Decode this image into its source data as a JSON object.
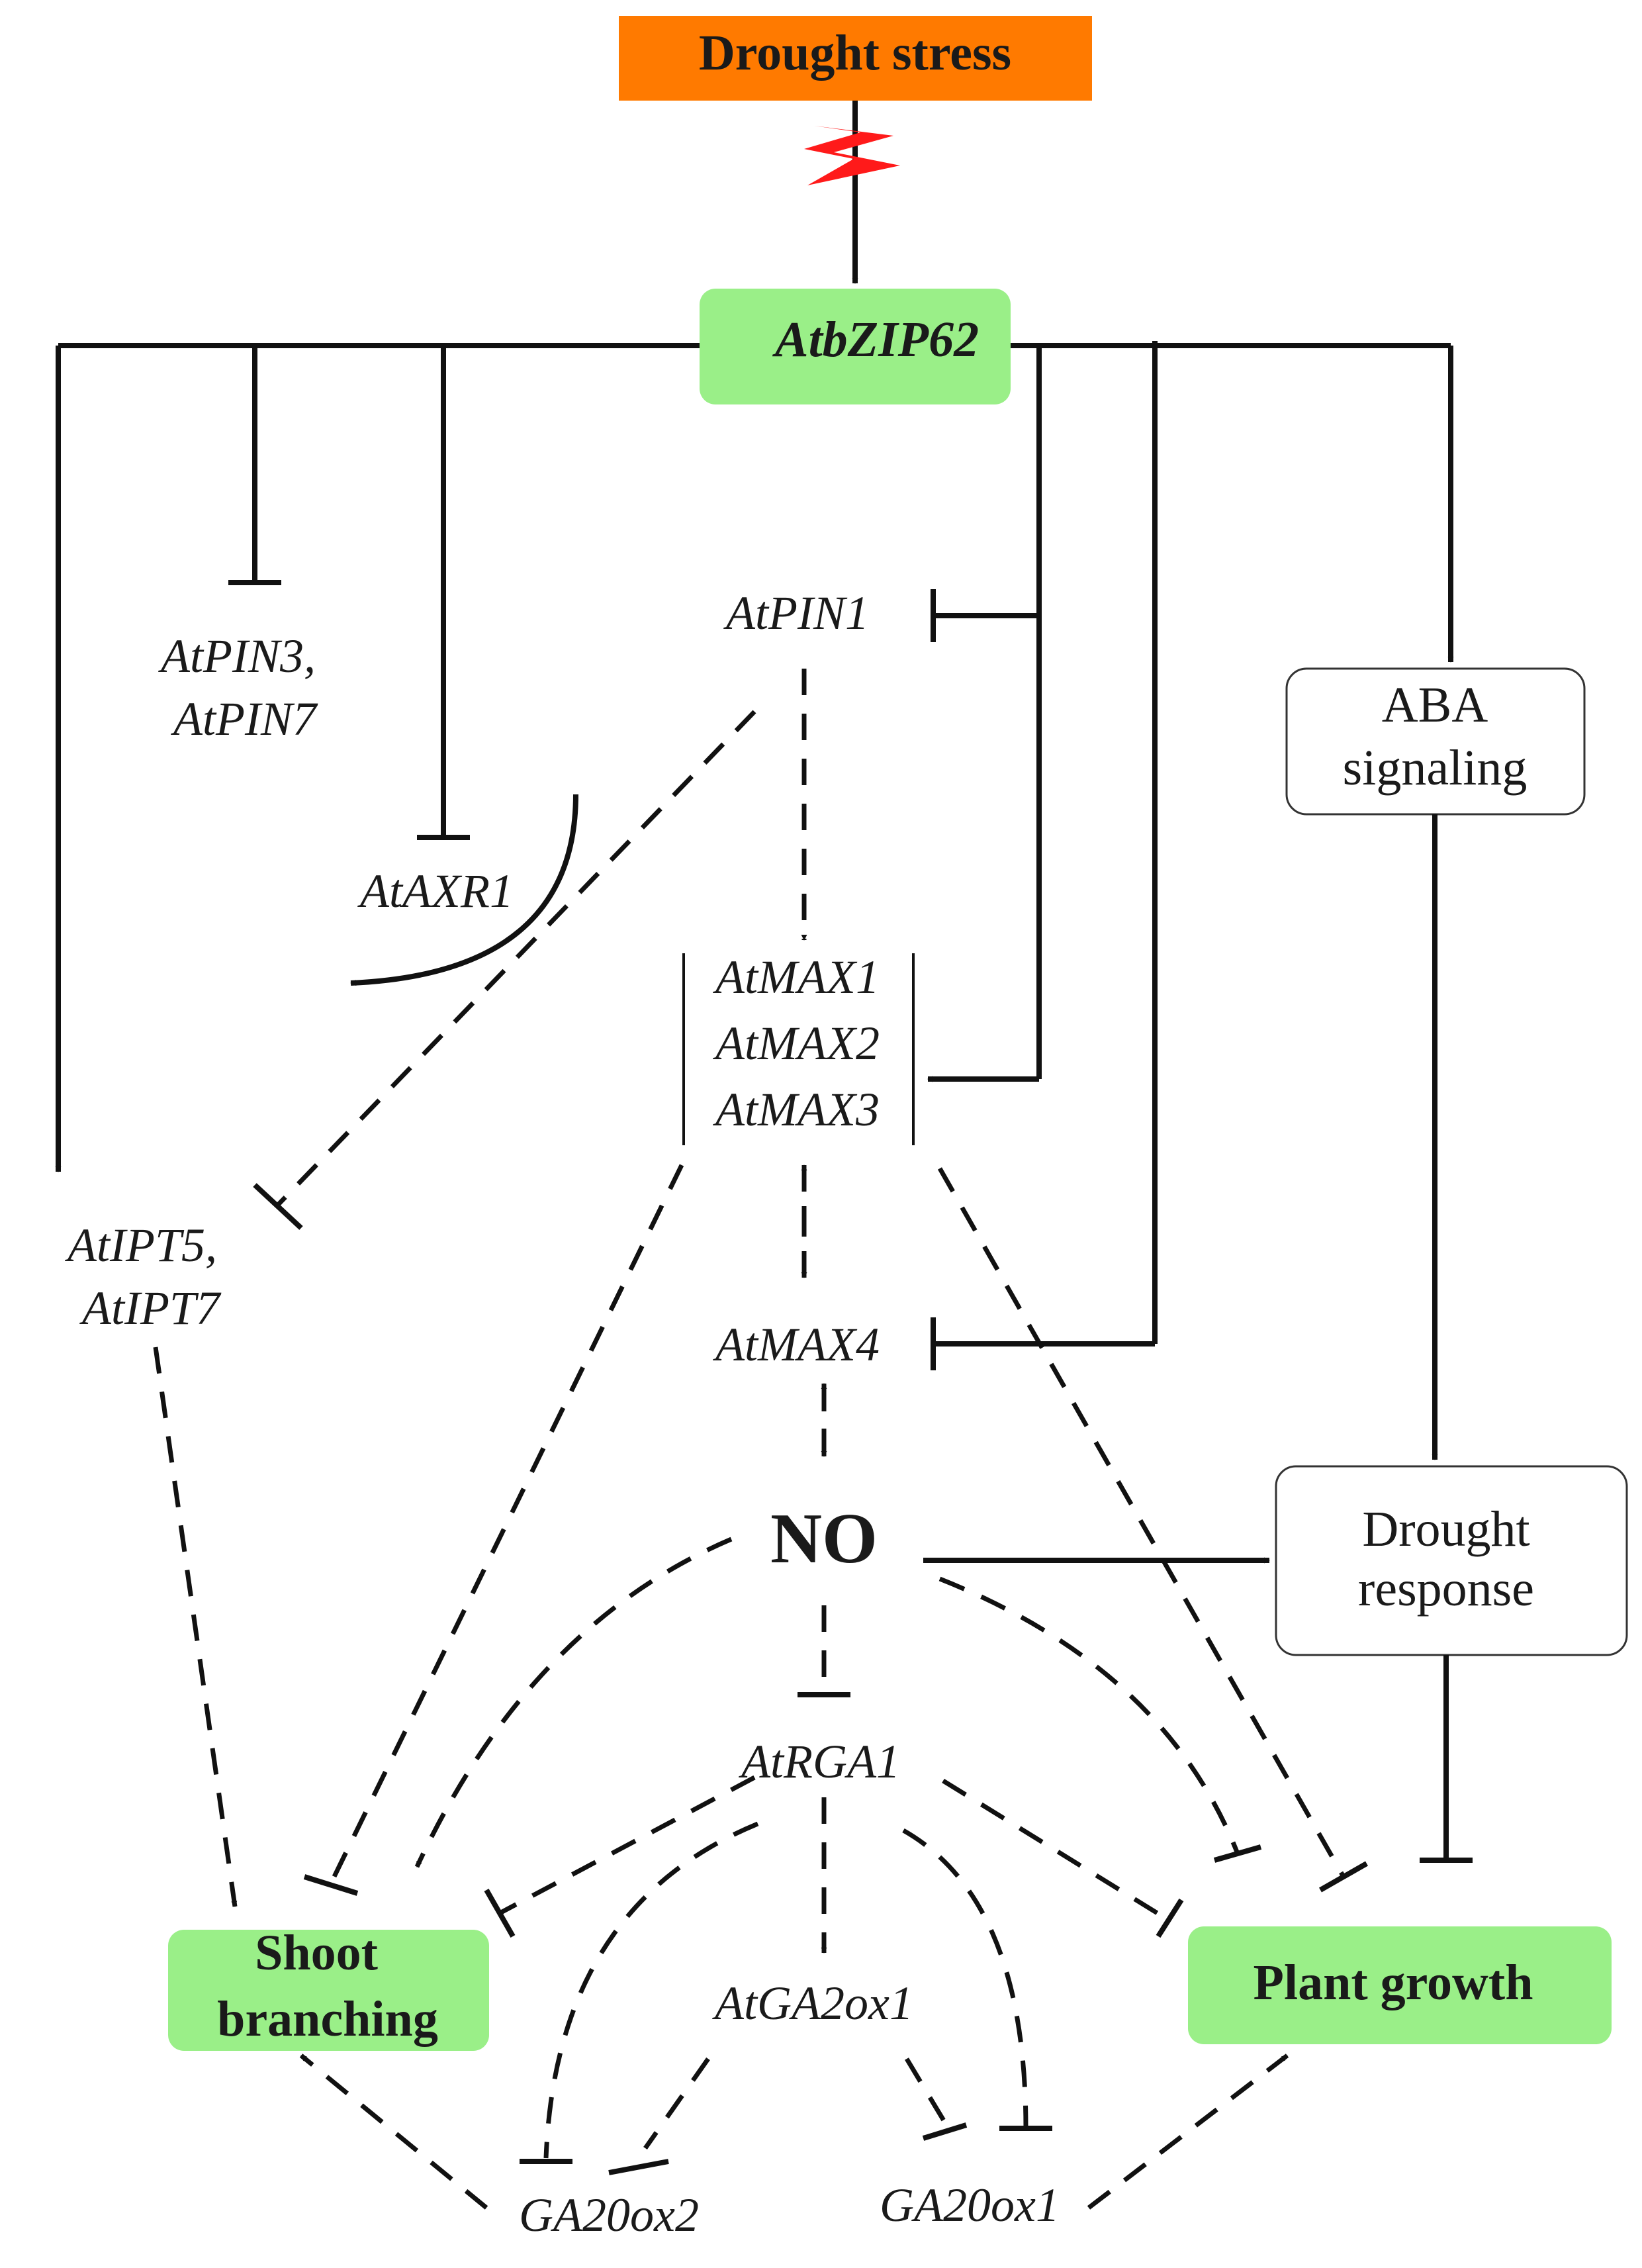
{
  "nodes": {
    "drought_stress": "Drought stress",
    "atbzip62": "AtbZIP62",
    "atpin3": "AtPIN3,",
    "atpin7": "AtPIN7",
    "ataxr1": "AtAXR1",
    "atpin1": "AtPIN1",
    "atmax1": "AtMAX1",
    "atmax2": "AtMAX2",
    "atmax3": "AtMAX3",
    "atmax4": "AtMAX4",
    "aba_line1": "ABA",
    "aba_line2": "signaling",
    "atipt5": "AtIPT5,",
    "atipt7": "AtIPT7",
    "no": "NO",
    "drought_resp_line1": "Drought",
    "drought_resp_line2": "response",
    "atrga1": "AtRGA1",
    "shoot_line1": "Shoot",
    "shoot_line2": "branching",
    "atga2ox1": "AtGA2ox1",
    "plant_growth": "Plant growth",
    "ga20ox2": "GA20ox2",
    "ga20ox1": "GA20ox1"
  },
  "colors": {
    "stress_fill": "#ff7a00",
    "green_fill": "#9aef88",
    "lightning": "#ff1a1a",
    "line": "#111111"
  }
}
